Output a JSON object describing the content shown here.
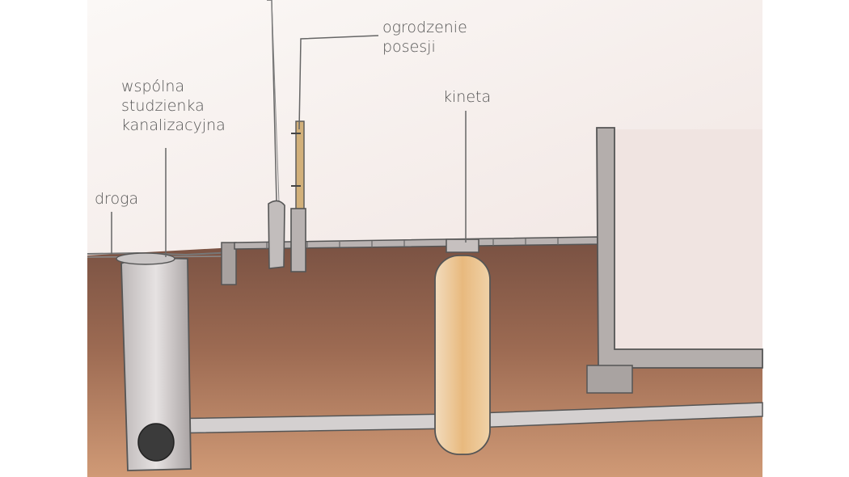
{
  "labels": {
    "droga": "droga",
    "studzienka": {
      "line1": "wspólna",
      "line2": "studzienka",
      "line3": "kanalizacyjna"
    },
    "kineta": "kineta",
    "ogrodzenie": {
      "line1": "ogrodzenie",
      "line2": "posesji"
    }
  },
  "colors": {
    "soil_top": "#7a5243",
    "soil_bottom": "#c98f6a",
    "pipe": "#cfcaca",
    "kineta_fill": "#e8bf8a",
    "wall": "#b0aaa8",
    "outline": "#555555"
  }
}
